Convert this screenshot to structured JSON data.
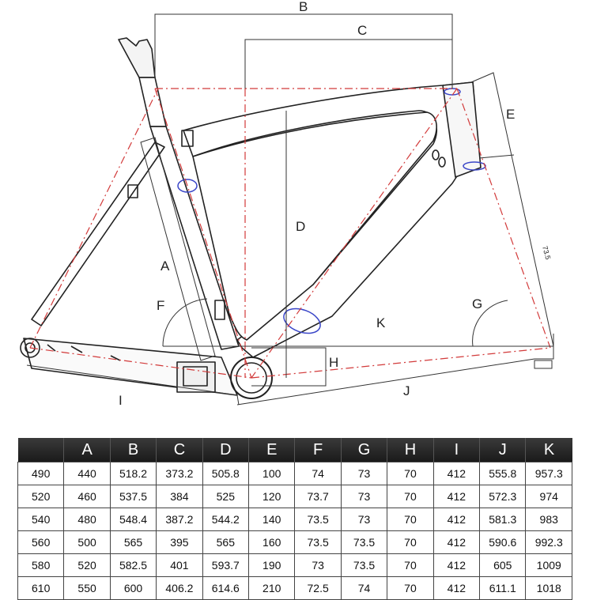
{
  "diagram": {
    "dimension_labels": [
      "B",
      "C",
      "D",
      "E",
      "A",
      "F",
      "G",
      "K",
      "H",
      "I",
      "J"
    ],
    "seat_angle_marker": "73.5"
  },
  "geometry_table": {
    "headers": [
      "",
      "A",
      "B",
      "C",
      "D",
      "E",
      "F",
      "G",
      "H",
      "I",
      "J",
      "K"
    ],
    "rows": [
      [
        "490",
        "440",
        "518.2",
        "373.2",
        "505.8",
        "100",
        "74",
        "73",
        "70",
        "412",
        "555.8",
        "957.3"
      ],
      [
        "520",
        "460",
        "537.5",
        "384",
        "525",
        "120",
        "73.7",
        "73",
        "70",
        "412",
        "572.3",
        "974"
      ],
      [
        "540",
        "480",
        "548.4",
        "387.2",
        "544.2",
        "140",
        "73.5",
        "73",
        "70",
        "412",
        "581.3",
        "983"
      ],
      [
        "560",
        "500",
        "565",
        "395",
        "565",
        "160",
        "73.5",
        "73.5",
        "70",
        "412",
        "590.6",
        "992.3"
      ],
      [
        "580",
        "520",
        "582.5",
        "401",
        "593.7",
        "190",
        "73",
        "73.5",
        "70",
        "412",
        "605",
        "1009"
      ],
      [
        "610",
        "550",
        "600",
        "406.2",
        "614.6",
        "210",
        "72.5",
        "74",
        "70",
        "412",
        "611.1",
        "1018"
      ]
    ]
  }
}
